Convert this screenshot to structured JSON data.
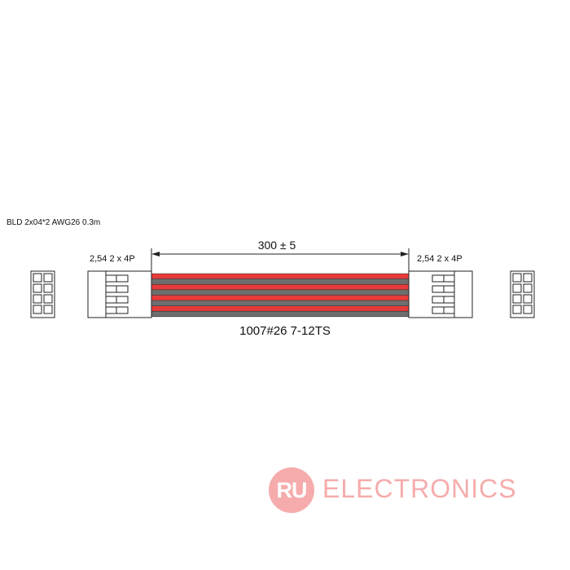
{
  "title": "BLD 2x04*2 AWG26 0.3m",
  "left_connector": {
    "pitch_label": "2,54  2 x 4P"
  },
  "right_connector": {
    "pitch_label": "2,54  2 x 4P"
  },
  "dimension": {
    "length_label": "300 ± 5"
  },
  "wire": {
    "spec_label": "1007#26  7-12TS"
  },
  "watermark": {
    "badge": "RU",
    "text": "ELECTRONICS"
  },
  "colors": {
    "red_wire": "#e83a3a",
    "gray_wire": "#6e6e6e",
    "watermark": "#ef6a6a"
  },
  "cable": {
    "wire_colors": [
      "red",
      "gray",
      "red",
      "gray",
      "red",
      "gray",
      "red",
      "gray"
    ]
  }
}
